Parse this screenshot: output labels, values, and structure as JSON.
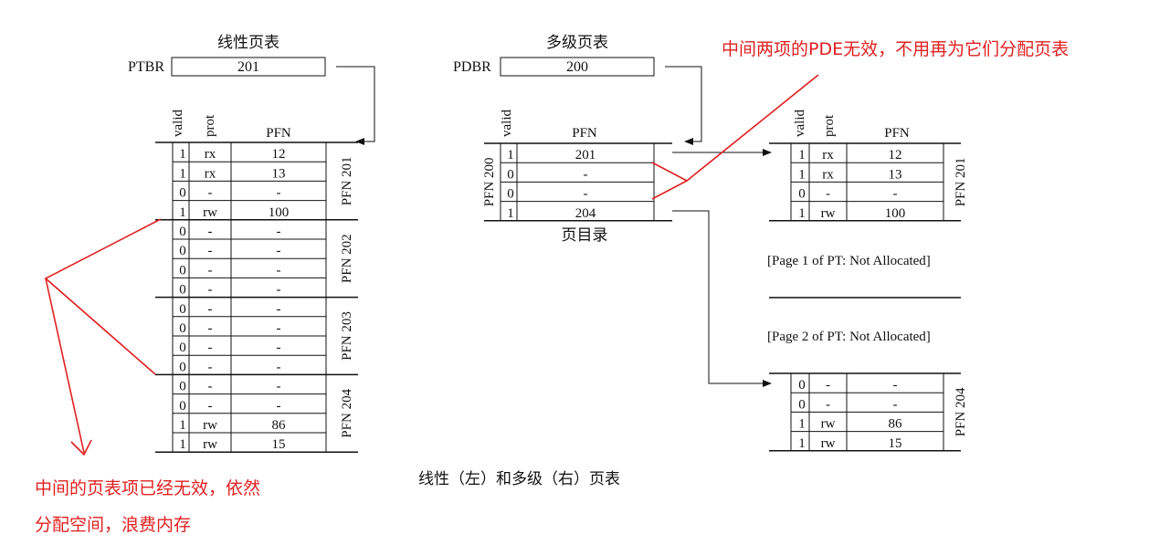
{
  "linear": {
    "title": "线性页表",
    "reg_label": "PTBR",
    "reg_value": "201",
    "col_valid": "valid",
    "col_prot": "prot",
    "col_pfn": "PFN",
    "groups": [
      {
        "label": "PFN 201",
        "rows": [
          [
            "1",
            "rx",
            "12"
          ],
          [
            "1",
            "rx",
            "13"
          ],
          [
            "0",
            "-",
            "-"
          ],
          [
            "1",
            "rw",
            "100"
          ]
        ]
      },
      {
        "label": "PFN 202",
        "rows": [
          [
            "0",
            "-",
            "-"
          ],
          [
            "0",
            "-",
            "-"
          ],
          [
            "0",
            "-",
            "-"
          ],
          [
            "0",
            "-",
            "-"
          ]
        ]
      },
      {
        "label": "PFN 203",
        "rows": [
          [
            "0",
            "-",
            "-"
          ],
          [
            "0",
            "-",
            "-"
          ],
          [
            "0",
            "-",
            "-"
          ],
          [
            "0",
            "-",
            "-"
          ]
        ]
      },
      {
        "label": "PFN 204",
        "rows": [
          [
            "0",
            "-",
            "-"
          ],
          [
            "0",
            "-",
            "-"
          ],
          [
            "1",
            "rw",
            "86"
          ],
          [
            "1",
            "rw",
            "15"
          ]
        ]
      }
    ]
  },
  "multi": {
    "title": "多级页表",
    "reg_label": "PDBR",
    "reg_value": "200",
    "dir_col_valid": "valid",
    "dir_col_pfn": "PFN",
    "dir_side_label": "PFN 200",
    "dir_rows": [
      [
        "1",
        "201"
      ],
      [
        "0",
        "-"
      ],
      [
        "0",
        "-"
      ],
      [
        "1",
        "204"
      ]
    ],
    "dir_caption": "页目录",
    "pt_col_valid": "valid",
    "pt_col_prot": "prot",
    "pt_col_pfn": "PFN",
    "pt1_label": "PFN 201",
    "pt1_rows": [
      [
        "1",
        "rx",
        "12"
      ],
      [
        "1",
        "rx",
        "13"
      ],
      [
        "0",
        "-",
        "-"
      ],
      [
        "1",
        "rw",
        "100"
      ]
    ],
    "not_alloc_1": "[Page 1 of PT: Not Allocated]",
    "not_alloc_2": "[Page 2 of PT: Not Allocated]",
    "pt2_label": "PFN 204",
    "pt2_rows": [
      [
        "0",
        "-",
        "-"
      ],
      [
        "0",
        "-",
        "-"
      ],
      [
        "1",
        "rw",
        "86"
      ],
      [
        "1",
        "rw",
        "15"
      ]
    ]
  },
  "caption": "线性（左）和多级（右）页表",
  "annotations": {
    "top_right": "中间两项的PDE无效，不用再为它们分配页表",
    "bottom_left_line1": "中间的页表项已经无效，依然",
    "bottom_left_line2": "分配空间，浪费内存"
  },
  "colors": {
    "annotation": "#e02020",
    "ink": "#111111"
  }
}
